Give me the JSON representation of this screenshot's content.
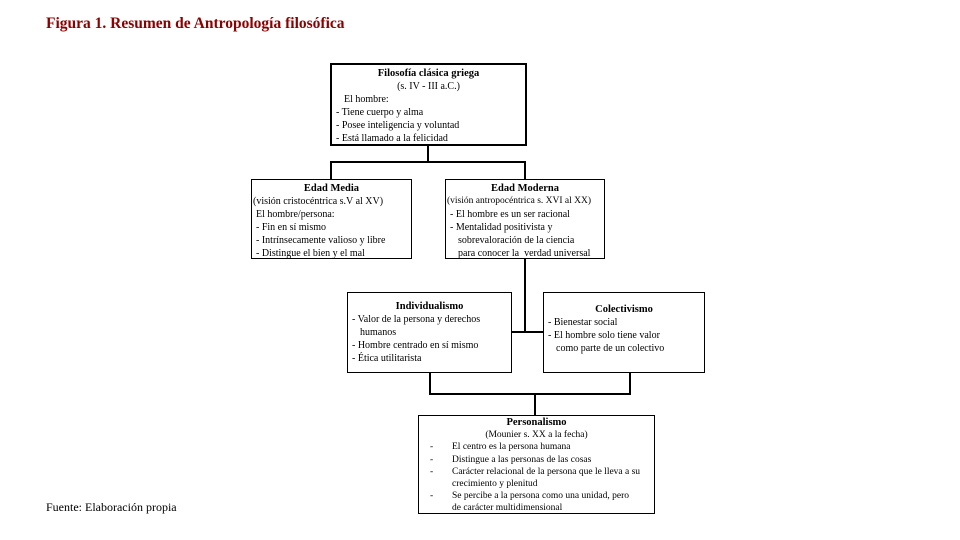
{
  "title": "Figura 1. Resumen de Antropología filosófica",
  "footer": "Fuente: Elaboración propia",
  "colors": {
    "title_text": "#8B0000",
    "box_border": "#000000",
    "connector_line": "#000000",
    "background": "#FFFFFF"
  },
  "boxes": {
    "filosofia": {
      "heading": "Filosofía clásica griega",
      "subheading": "(s. IV - III a.C.)",
      "lines": [
        "El hombre:",
        "- Tiene cuerpo y alma",
        "- Posee inteligencia y voluntad",
        "- Está llamado a la felicidad"
      ]
    },
    "edad_media": {
      "heading": "Edad Media",
      "paren": "(visión cristocéntrica s.V al XV)",
      "lines": [
        "El hombre/persona:",
        "- Fin en sí mismo",
        "- Intrínsecamente valioso y libre",
        "- Distingue el bien y el mal"
      ]
    },
    "edad_moderna": {
      "heading": "Edad Moderna",
      "paren": "(visión antropocéntrica s. XVI al XX)",
      "lines": [
        "- El hombre es un ser racional",
        "- Mentalidad positivista y",
        "sobrevaloración de la ciencia",
        "para conocer la  verdad universal"
      ]
    },
    "individualismo": {
      "heading": "Individualismo",
      "lines": [
        "- Valor de la persona y derechos",
        "humanos",
        "- Hombre centrado en sí mismo",
        "- Ética utilitarista"
      ]
    },
    "colectivismo": {
      "heading": "Colectivismo",
      "lines": [
        "- Bienestar social",
        "- El hombre solo tiene valor",
        "como parte de un colectivo"
      ]
    },
    "personalismo": {
      "heading": "Personalismo",
      "subheading": "(Mounier s. XX a la fecha)",
      "dash": "-",
      "lines": [
        "El centro es la persona humana",
        "Distingue a las personas de las cosas",
        "Carácter relacional de la persona que le lleva a su",
        "crecimiento y plenitud",
        "Se percibe a la persona como una unidad, pero",
        "de carácter multidimensional"
      ]
    }
  }
}
